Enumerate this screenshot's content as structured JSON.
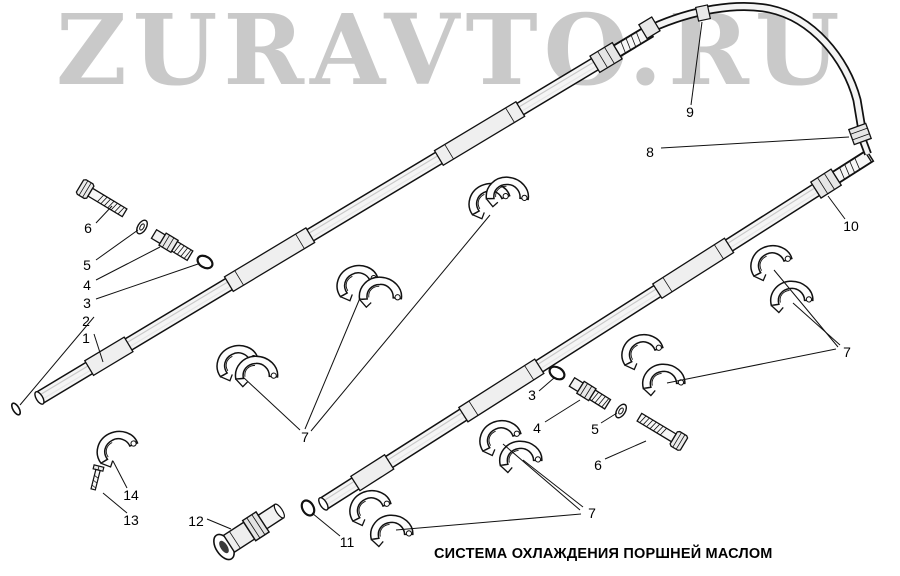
{
  "watermark": {
    "text": "ZURAVTO.RU",
    "color": "#c9c9c9"
  },
  "caption": {
    "text": "СИСТЕМА ОХЛАЖДЕНИЯ ПОРШНЕЙ МАСЛОМ"
  },
  "colors": {
    "line": "#111111",
    "background": "#ffffff",
    "watermark": "#c9c9c9"
  },
  "part_labels": [
    {
      "text": "6"
    },
    {
      "text": "5"
    },
    {
      "text": "4"
    },
    {
      "text": "3"
    },
    {
      "text": "2"
    },
    {
      "text": "1"
    },
    {
      "text": "7"
    },
    {
      "text": "14"
    },
    {
      "text": "13"
    },
    {
      "text": "12"
    },
    {
      "text": "11"
    },
    {
      "text": "9"
    },
    {
      "text": "8"
    },
    {
      "text": "10"
    },
    {
      "text": "7"
    },
    {
      "text": "3"
    },
    {
      "text": "4"
    },
    {
      "text": "5"
    },
    {
      "text": "6"
    },
    {
      "text": "7"
    }
  ]
}
